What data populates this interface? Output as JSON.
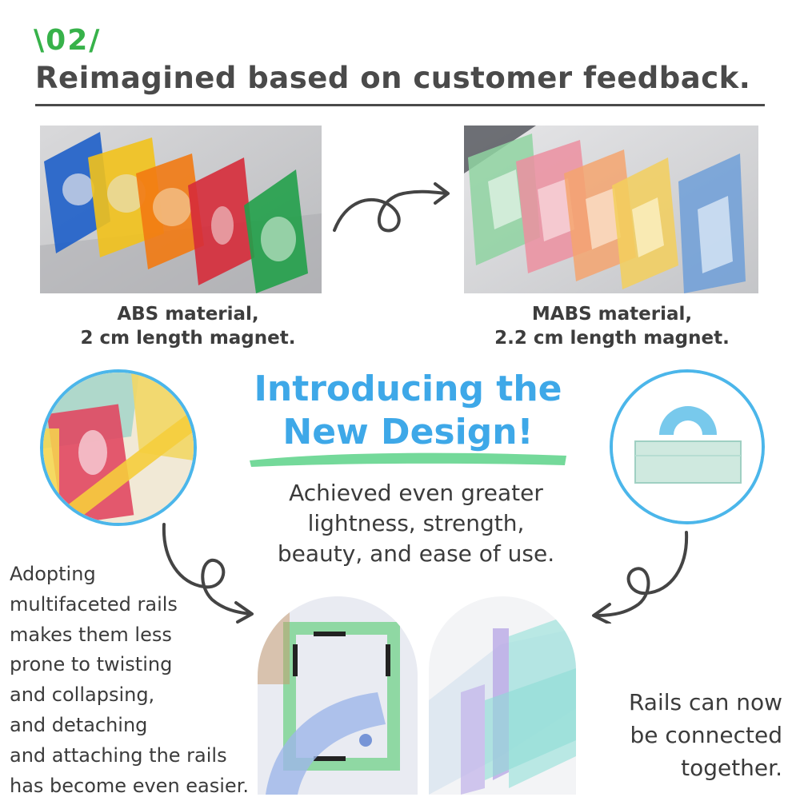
{
  "header": {
    "badge": "\\02/",
    "headline": "Reimagined based on customer feedback."
  },
  "comparison": {
    "old_caption_line1": "ABS material,",
    "old_caption_line2": "2 cm length magnet.",
    "new_caption_line1": "MABS material,",
    "new_caption_line2": "2.2 cm length magnet."
  },
  "intro": {
    "line1": "Introducing the",
    "line2": "New Design!"
  },
  "benefit": {
    "line1": "Achieved even greater",
    "line2": "lightness, strength,",
    "line3": "beauty, and ease of use."
  },
  "left_note": {
    "lines": [
      "Adopting",
      "multifaceted rails",
      "makes them less",
      "prone to twisting",
      "and collapsing,",
      "and detaching",
      "and attaching the rails",
      "has become even easier."
    ]
  },
  "right_note": {
    "lines": [
      "Rails can now",
      "be connected",
      "together."
    ]
  },
  "colors": {
    "accent_green": "#37b24a",
    "accent_blue": "#3ea8e8",
    "highlight_green": "#74d99a",
    "text_dark": "#3b3b3b"
  }
}
